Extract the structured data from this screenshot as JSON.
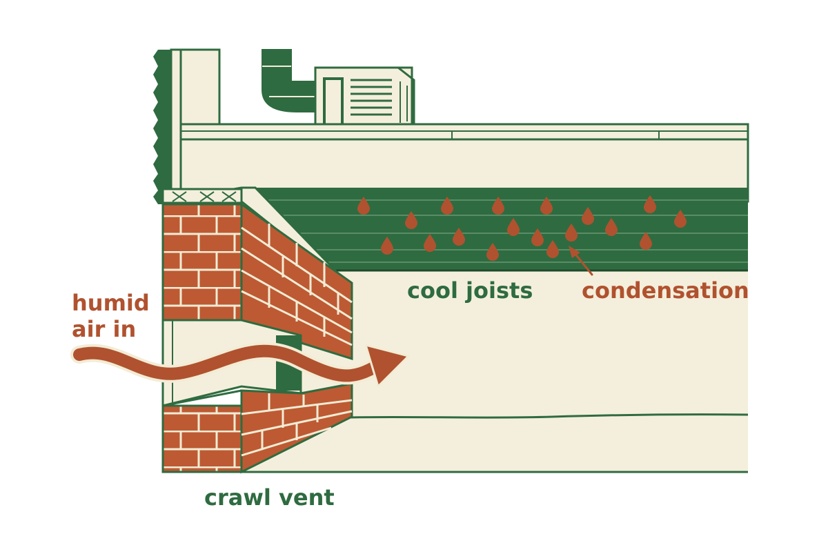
{
  "labels": {
    "humid_air_in": "humid\nair in",
    "cool_joists": "cool joists",
    "condensation": "condensation",
    "crawl_vent": "crawl vent"
  },
  "colors": {
    "green": "#2f6b40",
    "brick": "#bd5a33",
    "mortar": "#f3ecd5",
    "cream": "#f4efdc",
    "rust": "#b0522f"
  }
}
